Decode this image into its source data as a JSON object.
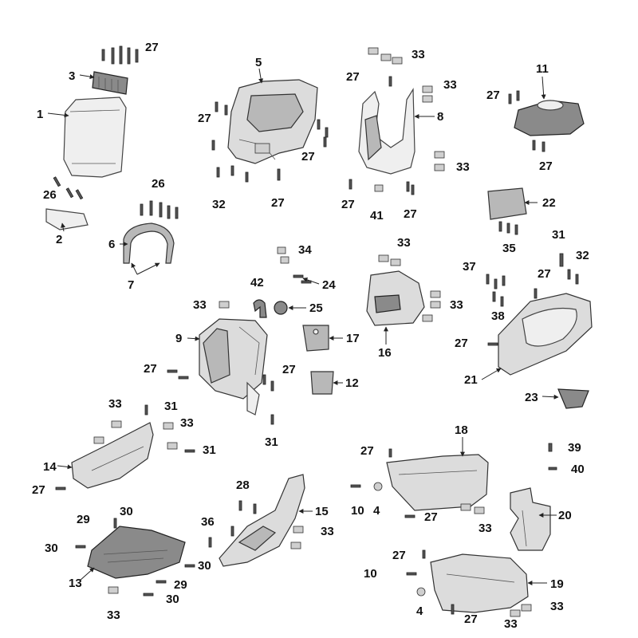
{
  "diagram": {
    "labels": {
      "p1": "1",
      "p2": "2",
      "p3": "3",
      "p4a": "4",
      "p4b": "4",
      "p5": "5",
      "p6": "6",
      "p7": "7",
      "p8": "8",
      "p9": "9",
      "p10a": "10",
      "p10b": "10",
      "p11": "11",
      "p12": "12",
      "p13": "13",
      "p14": "14",
      "p15": "15",
      "p16": "16",
      "p17": "17",
      "p18": "18",
      "p19": "19",
      "p20": "20",
      "p21": "21",
      "p22": "22",
      "p23": "23",
      "p24": "24",
      "p25": "25",
      "p26a": "26",
      "p26b": "26",
      "p27a": "27",
      "p27b": "27",
      "p27c": "27",
      "p27d": "27",
      "p27e": "27",
      "p27f": "27",
      "p27g": "27",
      "p27h": "27",
      "p27i": "27",
      "p27j": "27",
      "p27k": "27",
      "p27l": "27",
      "p27m": "27",
      "p27n": "27",
      "p27o": "27",
      "p27p": "27",
      "p27q": "27",
      "p27r": "27",
      "p28": "28",
      "p29a": "29",
      "p29b": "29",
      "p30a": "30",
      "p30b": "30",
      "p30c": "30",
      "p30d": "30",
      "p31a": "31",
      "p31b": "31",
      "p31c": "31",
      "p31d": "31",
      "p32a": "32",
      "p32b": "32",
      "p33a": "33",
      "p33b": "33",
      "p33c": "33",
      "p33d": "33",
      "p33e": "33",
      "p33f": "33",
      "p33g": "33",
      "p33h": "33",
      "p33i": "33",
      "p33j": "33",
      "p33k": "33",
      "p33l": "33",
      "p33m": "33",
      "p34": "34",
      "p35": "35",
      "p36": "36",
      "p37": "37",
      "p38": "38",
      "p39": "39",
      "p40": "40",
      "p41": "41",
      "p42": "42"
    }
  }
}
